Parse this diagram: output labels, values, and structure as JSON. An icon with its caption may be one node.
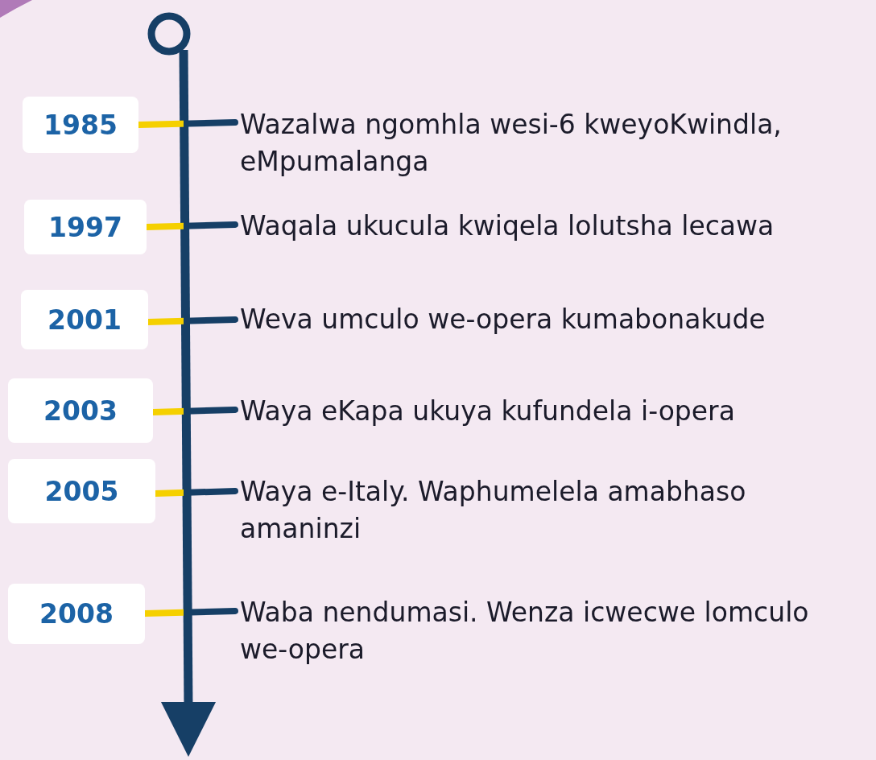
{
  "diagram": {
    "nodes": [
      {
        "text": [
          "1985"
        ]
      },
      {
        "text": [
          "Wazalwa ngomhla wesi-6 kweyoKwindla, eMpumalanga"
        ]
      },
      {
        "text": [
          "1997"
        ]
      },
      {
        "text": [
          "Waqala ukucula kwiqela lolutsha lecawa"
        ]
      },
      {
        "text": [
          "2001"
        ]
      },
      {
        "text": [
          "Weva umculo we-opera kumabonakude"
        ]
      },
      {
        "text": [
          "2003"
        ]
      },
      {
        "text": [
          "Waya eKapa ukuya kufundela i-opera"
        ]
      },
      {
        "text": [
          "2005"
        ]
      },
      {
        "text": [
          "Waya e-Italy. Waphumelela amabhaso amaninzi"
        ]
      },
      {
        "text": [
          "2008"
        ]
      },
      {
        "text": [
          "Waba nendumasi. Wenza icwecwe lomculo we-opera"
        ]
      }
    ],
    "edges": [
      {
        "from": 0,
        "to": 1,
        "arrow": "none"
      },
      {
        "from": 2,
        "to": 3,
        "arrow": "none"
      },
      {
        "from": 4,
        "to": 5,
        "arrow": "none"
      },
      {
        "from": 6,
        "to": 7,
        "arrow": "none"
      },
      {
        "from": 8,
        "to": 9,
        "arrow": "none"
      },
      {
        "from": 10,
        "to": 11,
        "arrow": "none"
      }
    ]
  }
}
